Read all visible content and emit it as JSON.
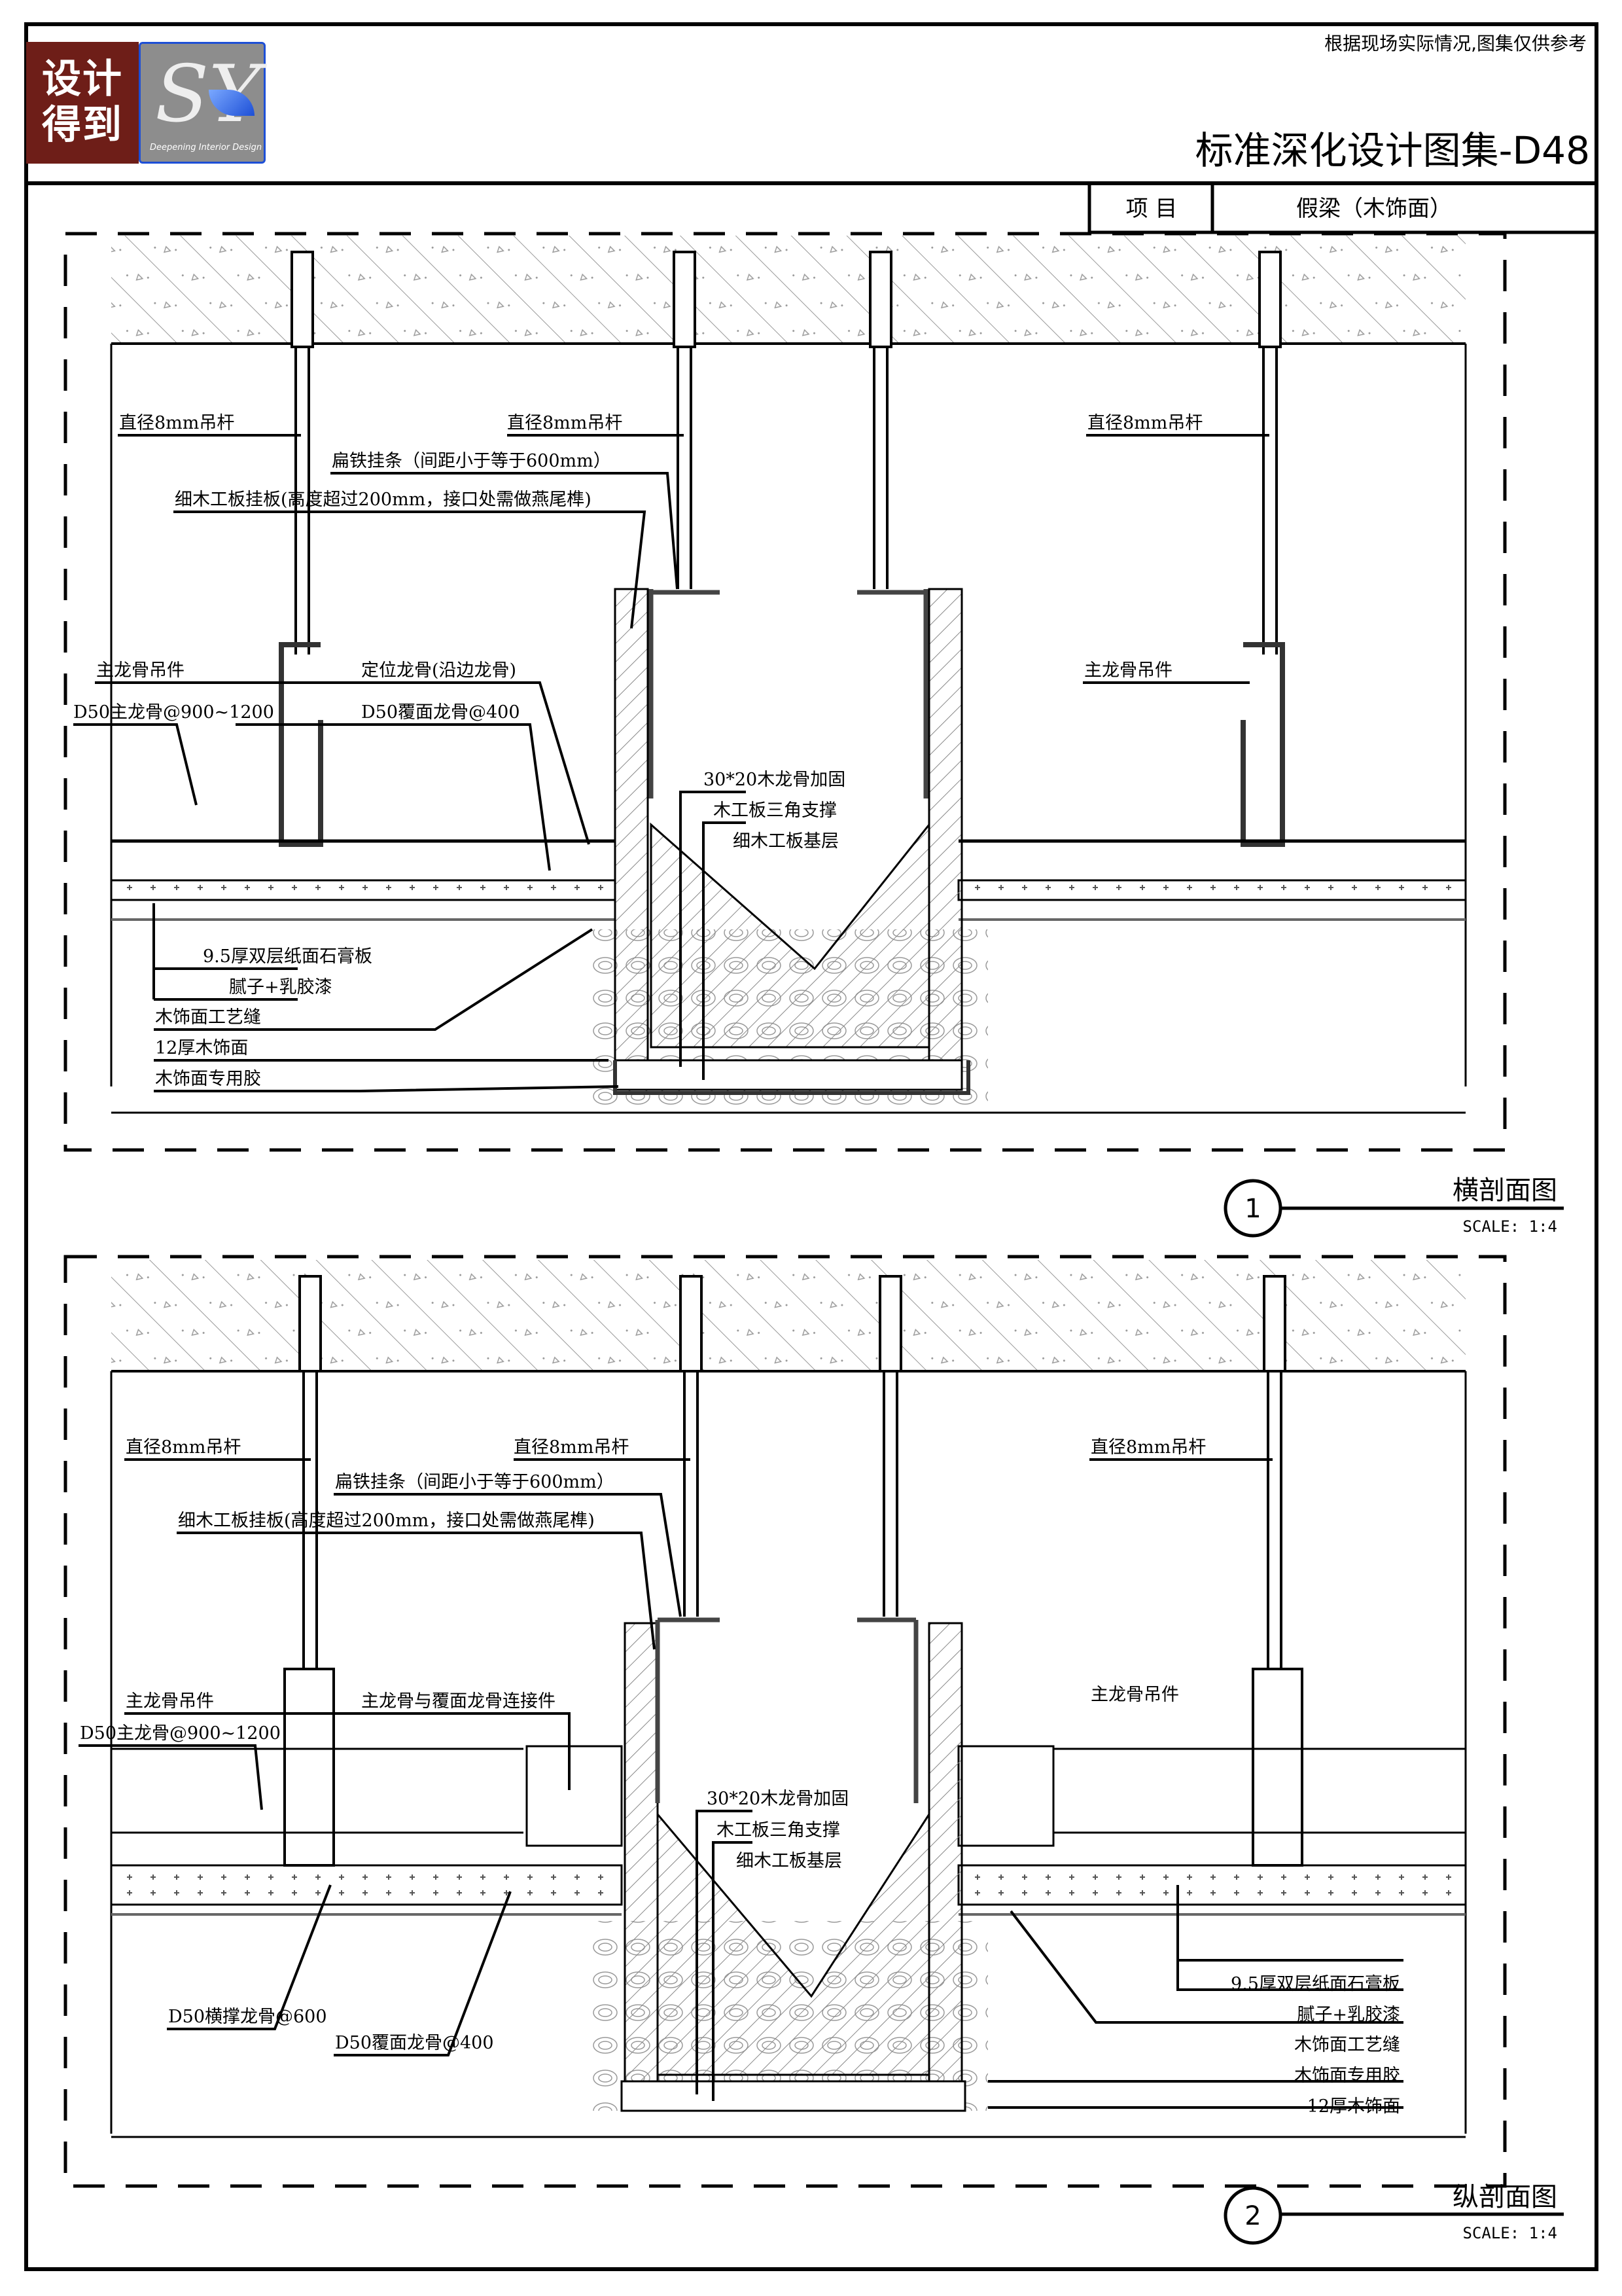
{
  "header": {
    "note": "根据现场实际情况,图集仅供参考",
    "title": "标准深化设计图集-D48",
    "item_label": "项 目",
    "item_value": "假梁（木饰面）"
  },
  "logo": {
    "text_line1": "设计",
    "text_line2": "得到",
    "mark": "SY",
    "tagline": "Deepening Interior Design",
    "brand_color": "#6e1e18",
    "accent_color": "#1d4fd6"
  },
  "section1": {
    "number": "1",
    "title": "横剖面图",
    "scale": "SCALE: 1:4",
    "labels": {
      "rod_left": "直径8mm吊杆",
      "rod_mid": "直径8mm吊杆",
      "rod_right": "直径8mm吊杆",
      "flat_iron": "扁铁挂条（间距小于等于600mm）",
      "board_hang": "细木工板挂板(高度超过200mm，接口处需做燕尾榫)",
      "hanger_left": "主龙骨吊件",
      "hanger_right": "主龙骨吊件",
      "main_keel": "D50主龙骨@900~1200",
      "locate_keel": "定位龙骨(沿边龙骨)",
      "cover_keel": "D50覆面龙骨@400",
      "wood_keel": "30*20木龙骨加固",
      "triangle": "木工板三角支撑",
      "base_layer": "细木工板基层",
      "gypsum": "9.5厚双层纸面石膏板",
      "paint": "腻子+乳胶漆",
      "seam": "木饰面工艺缝",
      "veneer": "12厚木饰面",
      "glue": "木饰面专用胶"
    }
  },
  "section2": {
    "number": "2",
    "title": "纵剖面图",
    "scale": "SCALE: 1:4",
    "labels": {
      "rod_left": "直径8mm吊杆",
      "rod_mid": "直径8mm吊杆",
      "rod_right": "直径8mm吊杆",
      "flat_iron": "扁铁挂条（间距小于等于600mm）",
      "board_hang": "细木工板挂板(高度超过200mm，接口处需做燕尾榫)",
      "hanger_left": "主龙骨吊件",
      "hanger_right": "主龙骨吊件",
      "connector": "主龙骨与覆面龙骨连接件",
      "main_keel": "D50主龙骨@900~1200",
      "wood_keel": "30*20木龙骨加固",
      "triangle": "木工板三角支撑",
      "base_layer": "细木工板基层",
      "cross_keel": "D50横撑龙骨@600",
      "cover_keel": "D50覆面龙骨@400",
      "gypsum": "9.5厚双层纸面石膏板",
      "paint": "腻子+乳胶漆",
      "seam": "木饰面工艺缝",
      "glue": "木饰面专用胶",
      "veneer": "12厚木饰面"
    }
  }
}
